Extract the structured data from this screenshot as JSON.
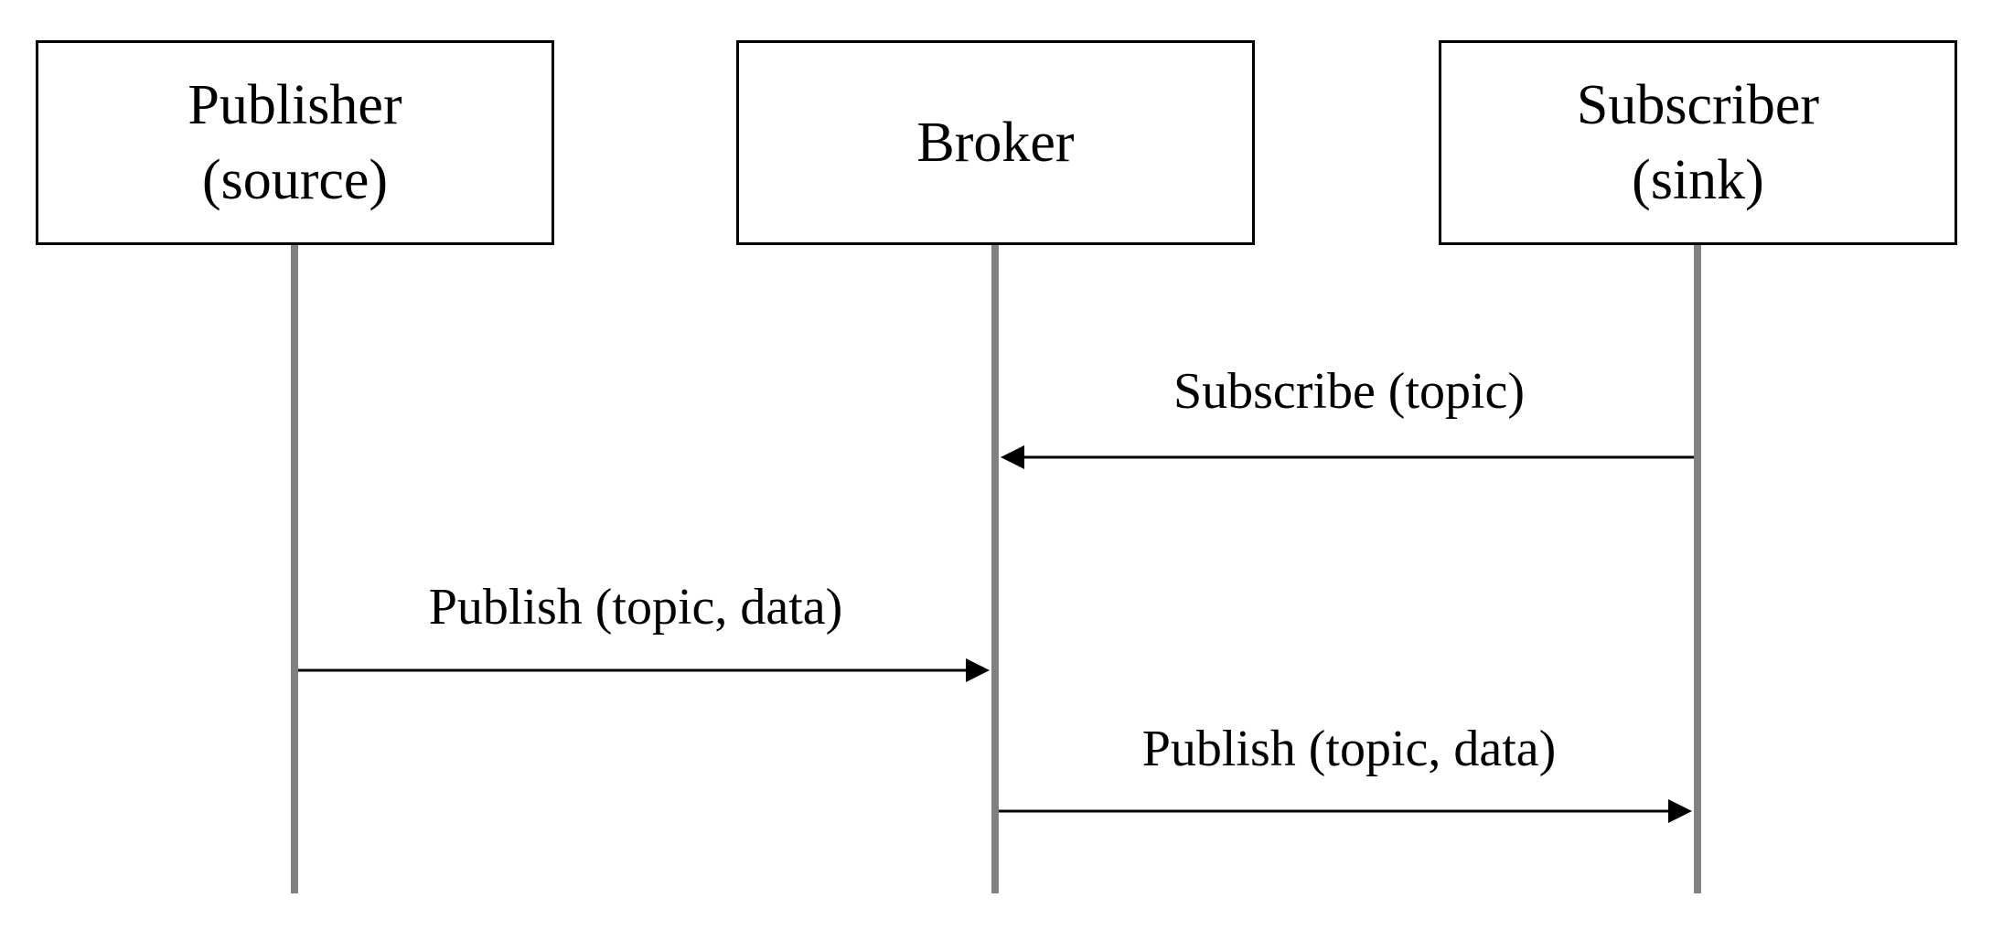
{
  "participants": {
    "publisher": {
      "line1": "Publisher",
      "line2": "(source)"
    },
    "broker": {
      "line1": "Broker"
    },
    "subscriber": {
      "line1": "Subscriber",
      "line2": "(sink)"
    }
  },
  "messages": [
    {
      "label": "Subscribe (topic)",
      "from": "subscriber",
      "to": "broker"
    },
    {
      "label": "Publish (topic, data)",
      "from": "publisher",
      "to": "broker"
    },
    {
      "label": "Publish (topic, data)",
      "from": "broker",
      "to": "subscriber"
    }
  ],
  "colors": {
    "lifeline": "#808080",
    "arrow": "#000000",
    "box_border": "#000000",
    "background": "#ffffff"
  }
}
